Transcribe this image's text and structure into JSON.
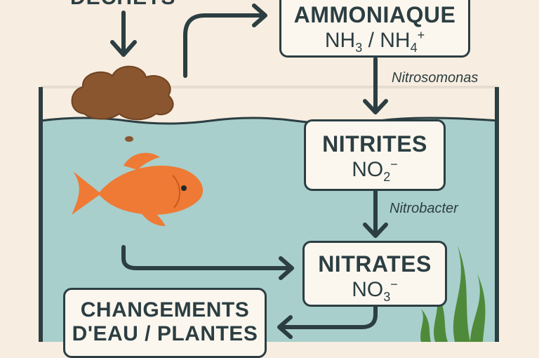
{
  "top_label": "DÉCHETS",
  "ammonia": {
    "name": "AMMONIAQUE",
    "formula_a": "NH",
    "sub_a": "3",
    "sep": " / NH",
    "sub_b": "4",
    "sup_b": "+"
  },
  "nitrosomonas": "Nitrosomonas",
  "nitrites": {
    "name": "NITRITES",
    "formula": "NO",
    "sub": "2",
    "sup": "−"
  },
  "nitrobacter": "Nitrobacter",
  "nitrates": {
    "name": "NITRATES",
    "formula": "NO",
    "sub": "3",
    "sup": "−"
  },
  "changes": {
    "line1": "CHANGEMENTS",
    "line2": "D'EAU / PLANTES"
  },
  "colors": {
    "background": "#f7ede0",
    "water": "#a8cfcc",
    "fish": "#ee7a35",
    "waste": "#8a5630",
    "plant": "#4f8a3a",
    "outline": "#2c3e42"
  }
}
